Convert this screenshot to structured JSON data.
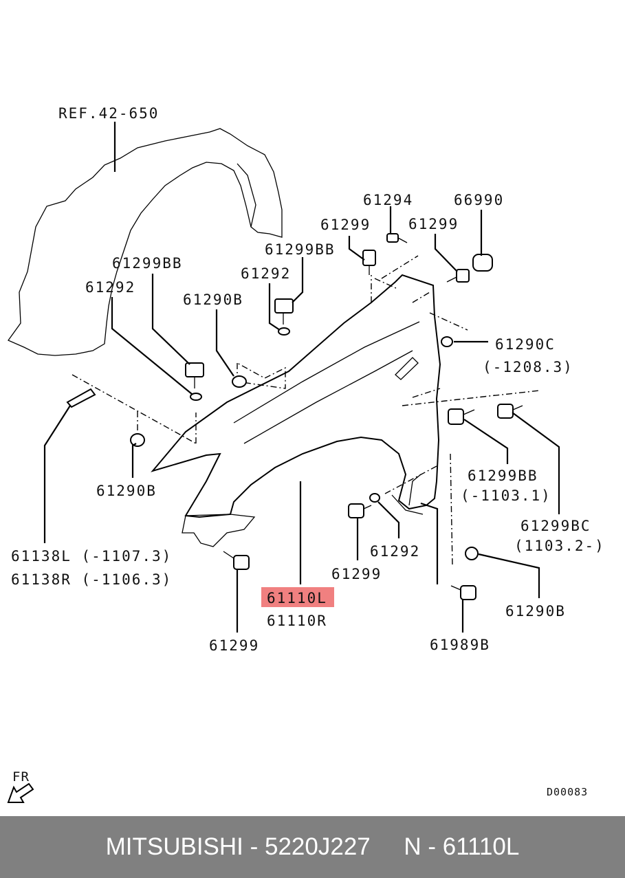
{
  "diagram": {
    "labels": {
      "ref": "REF.42-650",
      "p61294": "61294",
      "p66990": "66990",
      "p61299_a": "61299",
      "p61299_b": "61299",
      "p61299bb_a": "61299BB",
      "p61299bb_b": "61299BB",
      "p61292_a": "61292",
      "p61292_b": "61292",
      "p61290b_a": "61290B",
      "p61290c": "61290C",
      "p61290c_note": "(-1208.3)",
      "p61290b_b": "61290B",
      "p61299bb_c": "61299BB",
      "p61299bb_c_note": "(-1103.1)",
      "p61299bc": "61299BC",
      "p61299bc_note": "(1103.2-)",
      "p61138l": "61138L (-1107.3)",
      "p61138r": "61138R (-1106.3)",
      "p61299_c": "61299",
      "p61292_c": "61292",
      "p61110l": "61110L",
      "p61110r": "61110R",
      "p61299_d": "61299",
      "p61989b": "61989B",
      "p61290b_c": "61290B",
      "fr": "FR",
      "code": "D00083"
    },
    "highlight_color": "#f08080"
  },
  "footer": {
    "text": "MITSUBISHI - 5220J227     N - 61110L",
    "background": "#808080"
  }
}
